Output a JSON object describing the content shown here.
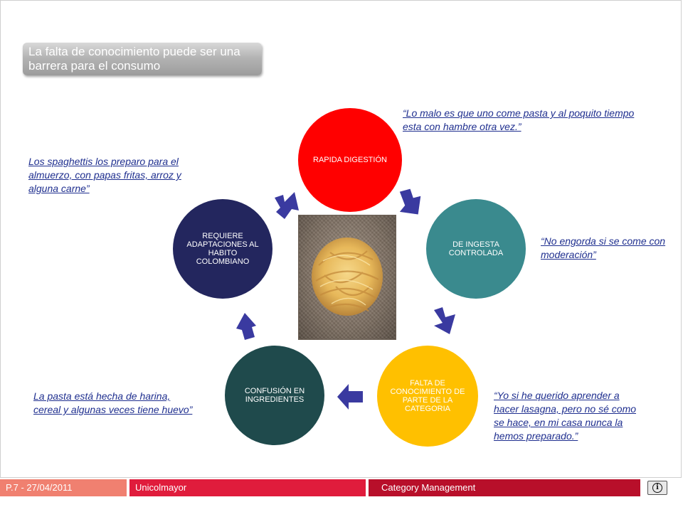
{
  "title": "La falta de conocimiento puede ser una barrera para el consumo",
  "nodes": [
    {
      "label": "RAPIDA DIGESTIÓN",
      "color": "#ff0000"
    },
    {
      "label": "DE INGESTA CONTROLADA",
      "color": "#3a8a8e"
    },
    {
      "label": "FALTA DE CONOCIMIENTO DE PARTE DE LA CATEGORIA",
      "color": "#ffc000"
    },
    {
      "label": "CONFUSIÓN EN INGREDIENTES",
      "color": "#1f4a4c"
    },
    {
      "label": "REQUIERE ADAPTACIONES AL HABITO COLOMBIANO",
      "color": "#23265e"
    }
  ],
  "quotes": {
    "top_right": "“Lo malo es que uno come pasta y al poquito tiempo esta con hambre otra vez.”",
    "right": "“No engorda si se come con moderación”",
    "bottom_right": "“Yo si he querido aprender a hacer lasagna, pero no sé como se hace, en mi casa nunca la hemos preparado.”",
    "bottom_left": "La pasta está hecha de harina, cereal y algunas veces tiene huevo”",
    "top_left": "Los spaghettis los preparo para el almuerzo, con papas fritas, arroz y alguna carne”"
  },
  "footer": {
    "page": "P.7 - 27/04/2011",
    "org": "Unicolmayor",
    "section": "Category Management"
  },
  "colors": {
    "arrow": "#3a3aa0",
    "footer_salmon": "#f08070",
    "footer_red": "#e01c3c",
    "footer_dark_red": "#b80f2a",
    "quote_text": "#1f2f8f"
  },
  "icons": {
    "info": "info-icon"
  }
}
